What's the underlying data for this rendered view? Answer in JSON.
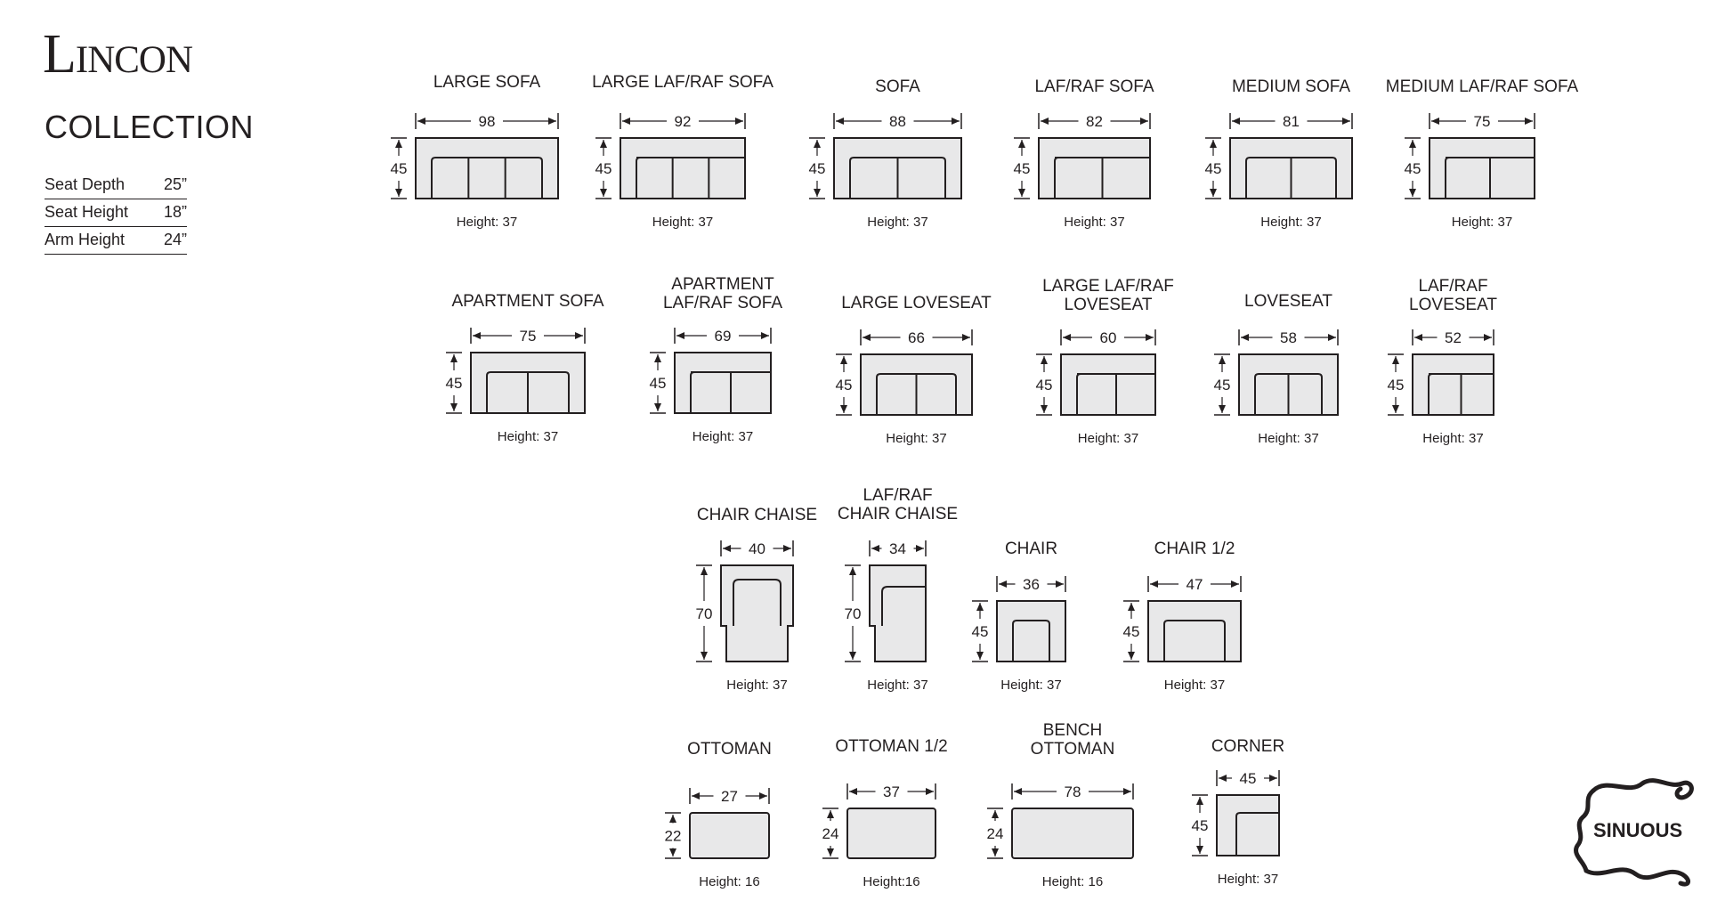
{
  "brand": {
    "title": "Lincon",
    "subtitle": "COLLECTION",
    "logo_text": "SINUOUS"
  },
  "specs": [
    {
      "label": "Seat Depth",
      "value": "25”"
    },
    {
      "label": "Seat Height",
      "value": "18”"
    },
    {
      "label": "Arm Height",
      "value": "24”"
    }
  ],
  "pieces": [
    {
      "id": "large-sofa",
      "name": [
        "LARGE SOFA"
      ],
      "width": "98",
      "depth": "45",
      "height": "Height: 37",
      "shape": "sofa",
      "seats": 3
    },
    {
      "id": "large-laf-raf-sofa",
      "name": [
        "LARGE LAF/RAF  SOFA"
      ],
      "width": "92",
      "depth": "45",
      "height": "Height: 37",
      "shape": "laf",
      "seats": 3
    },
    {
      "id": "sofa",
      "name": [
        "SOFA"
      ],
      "width": "88",
      "depth": "45",
      "height": "Height: 37",
      "shape": "sofa",
      "seats": 2
    },
    {
      "id": "laf-raf-sofa",
      "name": [
        "LAF/RAF SOFA"
      ],
      "width": "82",
      "depth": "45",
      "height": "Height: 37",
      "shape": "laf",
      "seats": 2
    },
    {
      "id": "medium-sofa",
      "name": [
        "MEDIUM SOFA"
      ],
      "width": "81",
      "depth": "45",
      "height": "Height: 37",
      "shape": "sofa",
      "seats": 2
    },
    {
      "id": "medium-laf-raf-sofa",
      "name": [
        "MEDIUM LAF/RAF  SOFA"
      ],
      "width": "75",
      "depth": "45",
      "height": "Height: 37",
      "shape": "laf",
      "seats": 2
    },
    {
      "id": "apartment-sofa",
      "name": [
        "APARTMENT SOFA"
      ],
      "width": "75",
      "depth": "45",
      "height": "Height: 37",
      "shape": "sofa",
      "seats": 2
    },
    {
      "id": "apartment-laf-raf-sofa",
      "name": [
        "APARTMENT",
        "LAF/RAF SOFA"
      ],
      "width": "69",
      "depth": "45",
      "height": "Height: 37",
      "shape": "laf",
      "seats": 2
    },
    {
      "id": "large-loveseat",
      "name": [
        "LARGE LOVESEAT"
      ],
      "width": "66",
      "depth": "45",
      "height": "Height: 37",
      "shape": "sofa",
      "seats": 2
    },
    {
      "id": "large-laf-raf-loveseat",
      "name": [
        "LARGE LAF/RAF",
        "LOVESEAT"
      ],
      "width": "60",
      "depth": "45",
      "height": "Height: 37",
      "shape": "laf",
      "seats": 2
    },
    {
      "id": "loveseat",
      "name": [
        "LOVESEAT"
      ],
      "width": "58",
      "depth": "45",
      "height": "Height: 37",
      "shape": "sofa",
      "seats": 2
    },
    {
      "id": "laf-raf-loveseat",
      "name": [
        "LAF/RAF",
        "LOVESEAT"
      ],
      "width": "52",
      "depth": "45",
      "height": "Height: 37",
      "shape": "laf",
      "seats": 2
    },
    {
      "id": "chair-chaise",
      "name": [
        "CHAIR CHAISE"
      ],
      "width": "40",
      "depth": "70",
      "height": "Height: 37",
      "shape": "chaise",
      "seats": 1
    },
    {
      "id": "laf-raf-chair-chaise",
      "name": [
        "LAF/RAF",
        "CHAIR CHAISE"
      ],
      "width": "34",
      "depth": "70",
      "height": "Height: 37",
      "shape": "lafchaise",
      "seats": 1
    },
    {
      "id": "chair",
      "name": [
        "CHAIR"
      ],
      "width": "36",
      "depth": "45",
      "height": "Height: 37",
      "shape": "sofa",
      "seats": 1
    },
    {
      "id": "chair-half",
      "name": [
        "CHAIR 1/2"
      ],
      "width": "47",
      "depth": "45",
      "height": "Height: 37",
      "shape": "sofa",
      "seats": 1
    },
    {
      "id": "ottoman",
      "name": [
        "OTTOMAN"
      ],
      "width": "27",
      "depth": "22",
      "height": "Height: 16",
      "shape": "ottoman",
      "seats": 0
    },
    {
      "id": "ottoman-half",
      "name": [
        "OTTOMAN 1/2"
      ],
      "width": "37",
      "depth": "24",
      "height": "Height:16",
      "shape": "ottoman",
      "seats": 0
    },
    {
      "id": "bench-ottoman",
      "name": [
        "BENCH",
        "OTTOMAN"
      ],
      "width": "78",
      "depth": "24",
      "height": "Height: 16",
      "shape": "ottoman",
      "seats": 0
    },
    {
      "id": "corner",
      "name": [
        "CORNER"
      ],
      "width": "45",
      "depth": "45",
      "height": "Height: 37",
      "shape": "corner",
      "seats": 0
    }
  ]
}
